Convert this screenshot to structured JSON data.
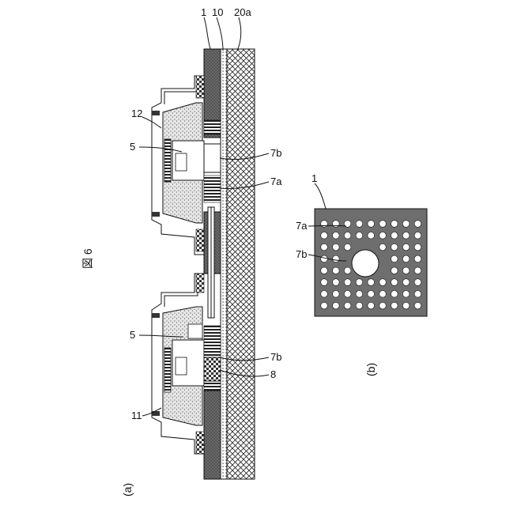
{
  "figure": {
    "title": "図 6",
    "panel_a_label": "(a)",
    "panel_b_label": "(b)"
  },
  "labels_a": {
    "l1": "1",
    "l10": "10",
    "l20a": "20a",
    "l12": "12",
    "l5_top": "5",
    "l7b_top": "7b",
    "l7a": "7a",
    "l5_bottom": "5",
    "l7b_bottom": "7b",
    "l8": "8",
    "l11": "11"
  },
  "labels_b": {
    "l1": "1",
    "l7a": "7a",
    "l7b": "7b"
  }
}
